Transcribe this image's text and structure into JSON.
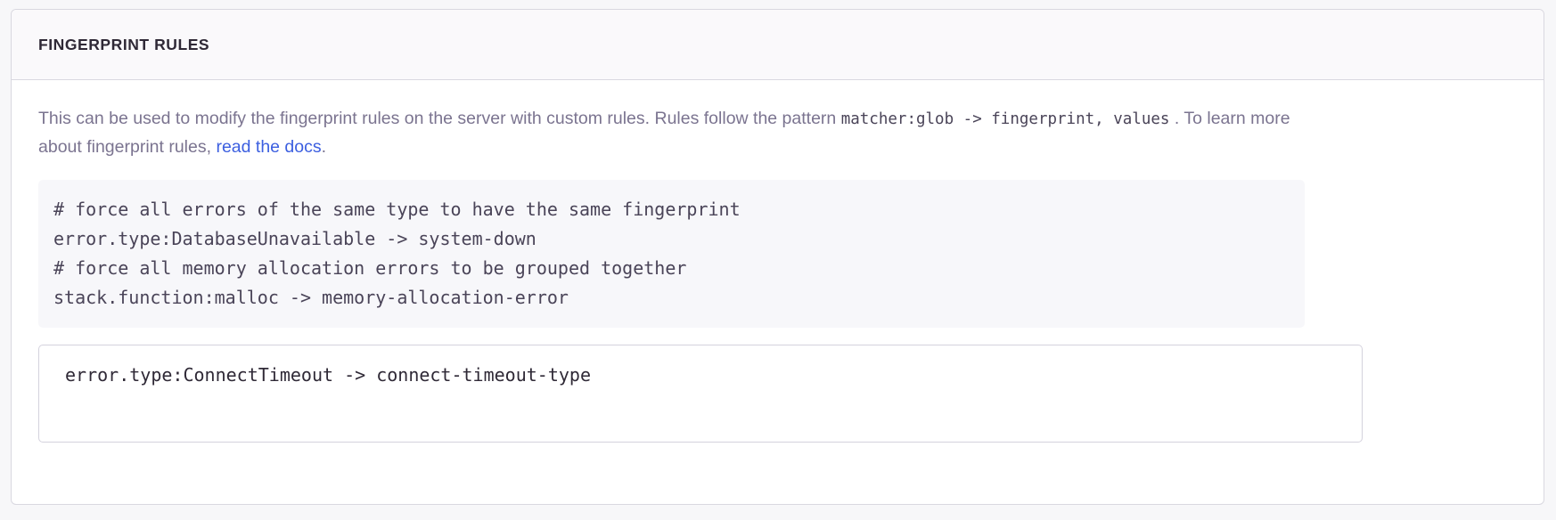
{
  "panel": {
    "title": "FINGERPRINT RULES",
    "description": {
      "part1": "This can be used to modify the fingerprint rules on the server with custom rules. Rules follow the pattern ",
      "code": "matcher:glob -> fingerprint, values",
      "part2": " . To learn more about fingerprint rules, ",
      "link_text": "read the docs",
      "part3": "."
    },
    "example_code": "# force all errors of the same type to have the same fingerprint\nerror.type:DatabaseUnavailable -> system-down\n# force all memory allocation errors to be grouped together\nstack.function:malloc -> memory-allocation-error",
    "rules_input": {
      "value": "error.type:ConnectTimeout -> connect-timeout-type",
      "placeholder": ""
    }
  },
  "colors": {
    "page_background": "#f7f7f9",
    "panel_background": "#ffffff",
    "panel_border": "#d9d8e0",
    "header_background": "#faf9fb",
    "title_text": "#2f2936",
    "description_text": "#7b7490",
    "code_text": "#4a4458",
    "link": "#3c5fe0",
    "code_block_background": "#f7f7fa",
    "input_border": "#d4d2dd"
  }
}
